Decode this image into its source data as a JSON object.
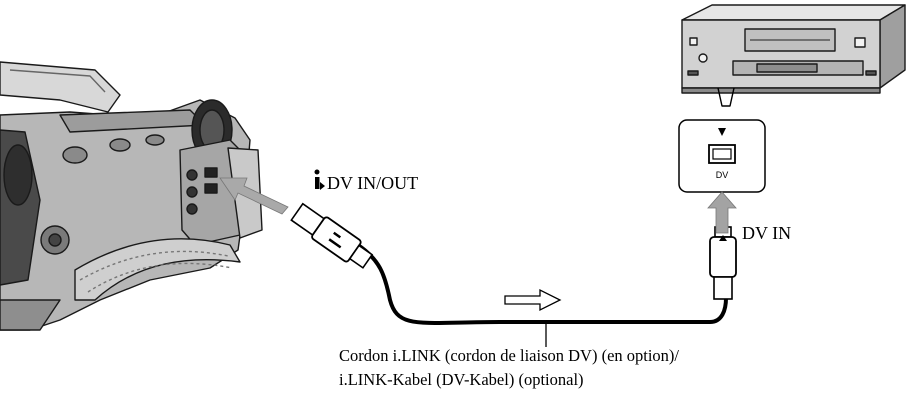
{
  "camcorder_port_label": "DV IN/OUT",
  "vcr_port_label": "DV IN",
  "vcr_inset_label": "DV",
  "cable_caption": {
    "line1": "Cordon i.LINK (cordon de liaison DV) (en option)/",
    "line2": "i.LINK-Kabel (DV-Kabel) (optional)"
  },
  "icons": [
    "ilink-icon",
    "dv-port-icon",
    "arrow-icon"
  ]
}
